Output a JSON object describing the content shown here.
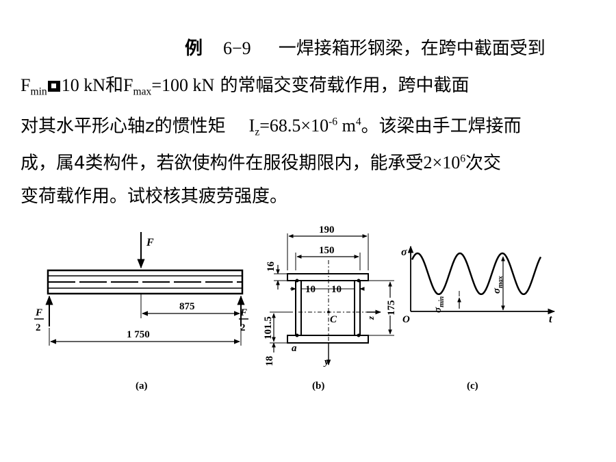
{
  "problem": {
    "heading": "例",
    "number": "6−9",
    "line1_text": "一焊接箱形钢梁，在跨中截面受到",
    "fmin_label": "F",
    "fmin_sub": "min",
    "fmin_value": "10 kN和",
    "fmax_label": "F",
    "fmax_sub": "max",
    "fmax_value": "=100 kN",
    "line2_tail": " 的常幅交变荷载作用，跨中截面",
    "line3_head": "对其水平形心轴z的惯性矩",
    "iz_label": "I",
    "iz_sub": "z",
    "iz_value": "=68.5×10",
    "iz_exp": "-6",
    "iz_unit": " m",
    "iz_unit_exp": "4",
    "line3_tail": "。该梁由手工焊接而",
    "line4_head": "成，属4类构件，若欲使构件在服役期限内，能承受",
    "cycles_value": "2×10",
    "cycles_exp": "6",
    "line4_tail": "次交",
    "line5": "变荷载作用。试校核其疲劳强度。"
  },
  "figure_a": {
    "load_label": "F",
    "reaction_num": "F",
    "reaction_den": "2",
    "half_span": "875",
    "span": "1 750",
    "caption": "(a)"
  },
  "figure_b": {
    "width_outer": "190",
    "width_inner": "150",
    "flange_top": "16",
    "web_left": "10",
    "web_right": "10",
    "height_to_axis": "175",
    "distance_c": "101.5",
    "flange_bottom": "18",
    "centroid_label": "C",
    "axis_z": "z",
    "axis_y": "y",
    "point_a": "a",
    "caption": "(b)"
  },
  "figure_c": {
    "sigma_axis": "σ",
    "time_axis": "t",
    "origin": "O",
    "sigma_min_label": "σ",
    "sigma_min_sub": "min",
    "sigma_max_label": "σ",
    "sigma_max_sub": "max",
    "caption": "(c)"
  }
}
